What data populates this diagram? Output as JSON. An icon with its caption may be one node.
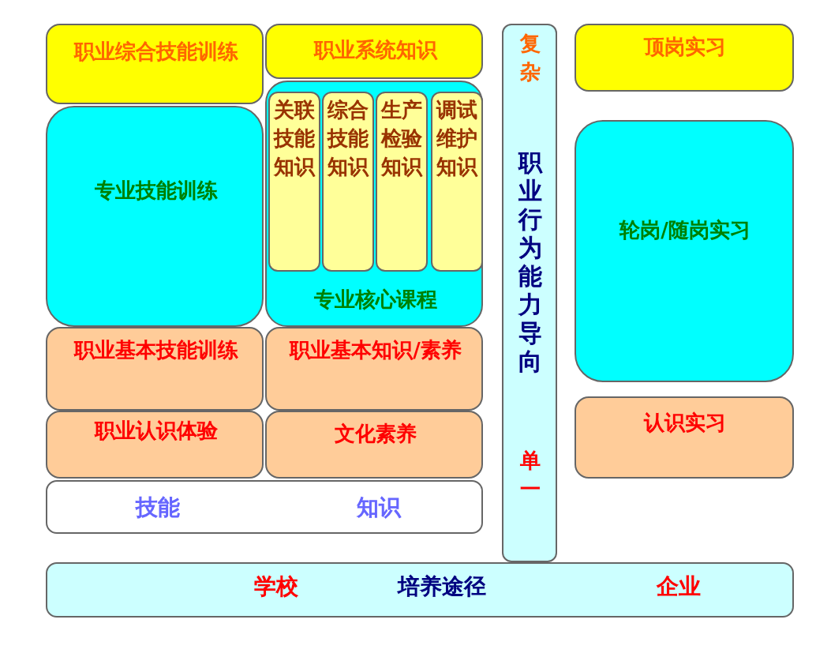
{
  "diagram": {
    "nodes": [
      {
        "text": [
          "职业综合技能训练"
        ]
      },
      {
        "text": [
          "职业系统知识"
        ]
      },
      {
        "text": [
          "专业技能训练"
        ]
      },
      {
        "text": [
          "专业核心课程"
        ]
      },
      {
        "text": [
          "关联技能知识"
        ],
        "in": 3
      },
      {
        "text": [
          "综合技能知识"
        ],
        "in": 3
      },
      {
        "text": [
          "生产检验知识"
        ],
        "in": 3
      },
      {
        "text": [
          "调试维护知识"
        ],
        "in": 3
      },
      {
        "text": [
          "职业基本技能训练"
        ]
      },
      {
        "text": [
          "职业基本知识/素养"
        ]
      },
      {
        "text": [
          "职业认识体验"
        ]
      },
      {
        "text": [
          "文化素养"
        ]
      },
      {
        "text": [
          "技能",
          "知识"
        ]
      },
      {
        "text": [
          "复杂",
          "职业行为能力导向",
          "单一"
        ]
      },
      {
        "text": [
          "顶岗实习"
        ]
      },
      {
        "text": [
          "轮岗/随岗实习"
        ]
      },
      {
        "text": [
          "认识实习"
        ]
      },
      {
        "text": [
          "学校",
          "培养途径",
          "企业"
        ]
      }
    ]
  }
}
